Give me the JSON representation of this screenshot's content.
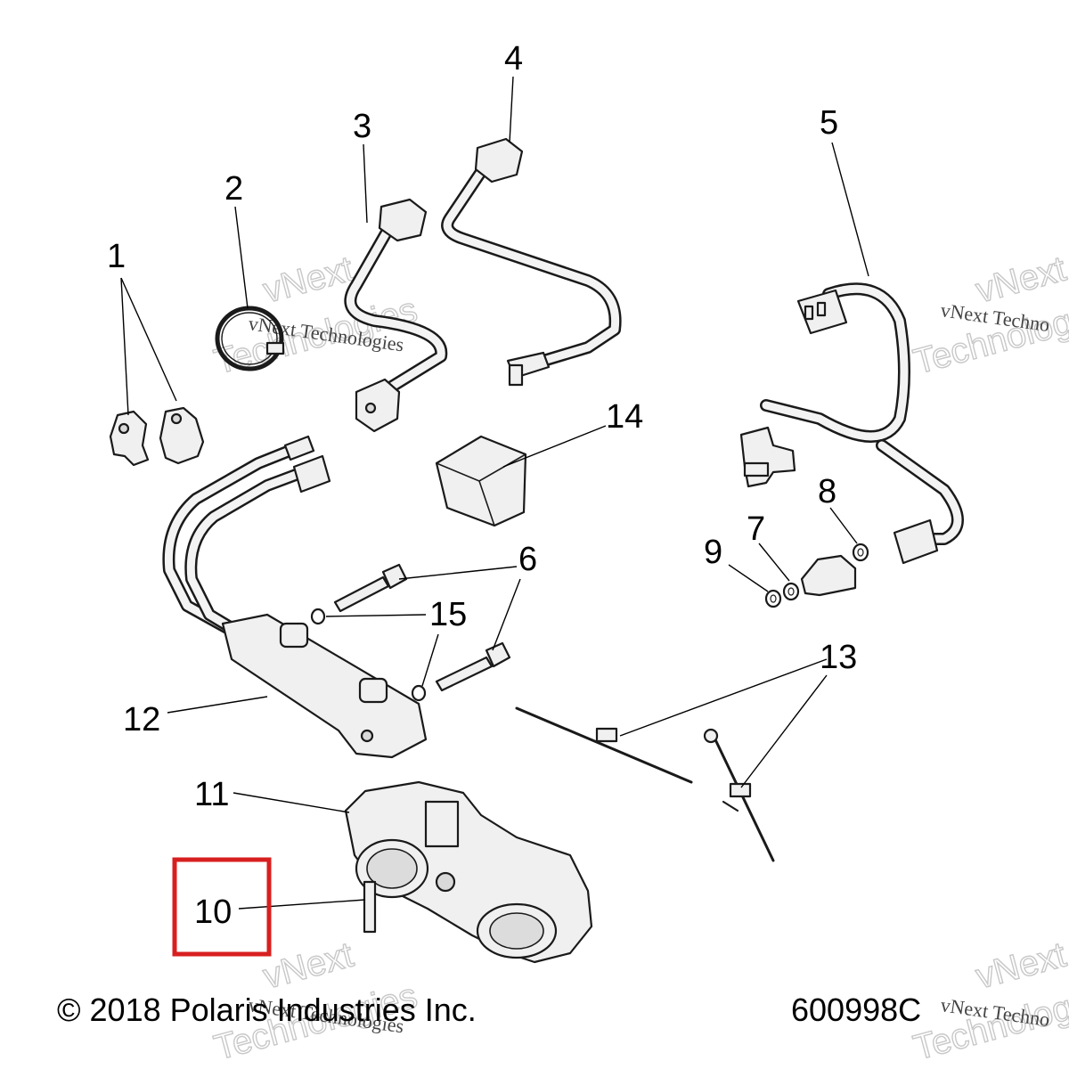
{
  "callouts": {
    "c1": "1",
    "c2": "2",
    "c3": "3",
    "c4": "4",
    "c5": "5",
    "c6": "6",
    "c7": "7",
    "c8": "8",
    "c9": "9",
    "c10": "10",
    "c11": "11",
    "c12": "12",
    "c13": "13",
    "c14": "14",
    "c15": "15"
  },
  "watermark": {
    "line1": "vNext",
    "line2": "Technologies",
    "small": "vNext Technologies",
    "small_clipped": "vNext Techno"
  },
  "footer": {
    "copyright": "© 2018 Polaris Industries Inc.",
    "drawing_number": "600998C"
  },
  "highlight": {
    "target_callout": "10",
    "color": "#d81f1f"
  },
  "colors": {
    "line": "#1a1a1a",
    "fill": "#f0f0f0",
    "watermark": "#c8c8c8"
  }
}
